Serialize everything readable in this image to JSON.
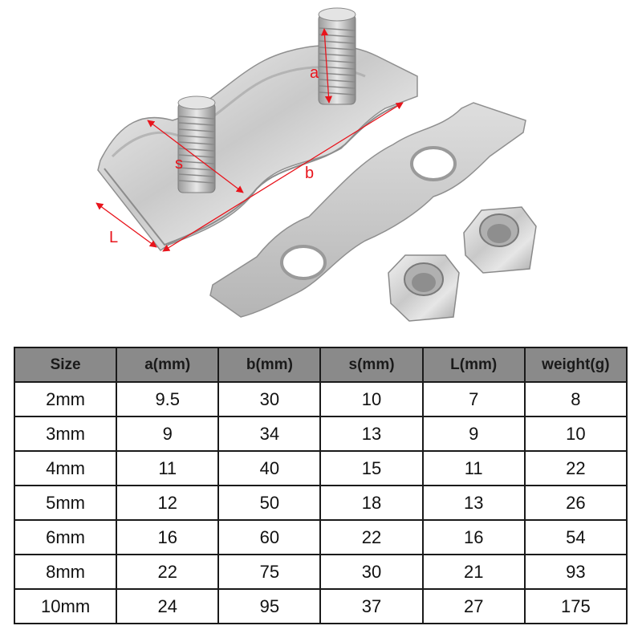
{
  "product_image": {
    "description": "Stainless steel duplex wire rope clip with saddle plate and two hex nuts",
    "dimension_labels": {
      "a": "a",
      "b": "b",
      "s": "s",
      "L": "L"
    },
    "annotation_color": "#e8141c"
  },
  "spec_table": {
    "header_bg": "#8a8a8a",
    "columns": [
      "Size",
      "a(mm)",
      "b(mm)",
      "s(mm)",
      "L(mm)",
      "weight(g)"
    ],
    "rows": [
      [
        "2mm",
        "9.5",
        "30",
        "10",
        "7",
        "8"
      ],
      [
        "3mm",
        "9",
        "34",
        "13",
        "9",
        "10"
      ],
      [
        "4mm",
        "11",
        "40",
        "15",
        "11",
        "22"
      ],
      [
        "5mm",
        "12",
        "50",
        "18",
        "13",
        "26"
      ],
      [
        "6mm",
        "16",
        "60",
        "22",
        "16",
        "54"
      ],
      [
        "8mm",
        "22",
        "75",
        "30",
        "21",
        "93"
      ],
      [
        "10mm",
        "24",
        "95",
        "37",
        "27",
        "175"
      ]
    ]
  }
}
